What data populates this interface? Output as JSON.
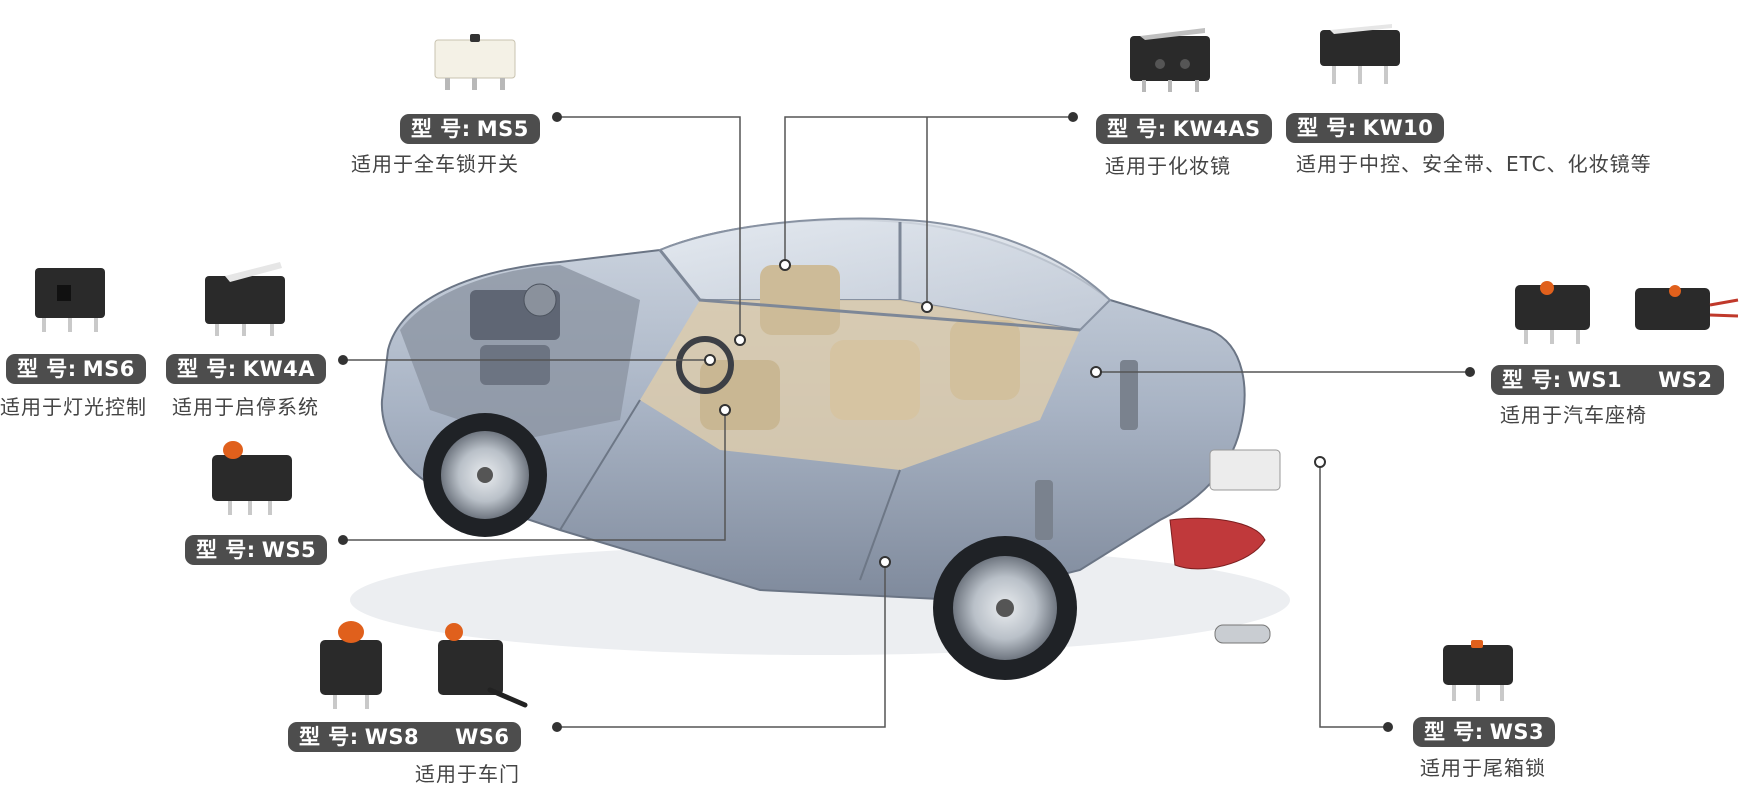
{
  "callouts": [
    {
      "label": "型  号:",
      "models": [
        "MS5"
      ],
      "desc": "适用于全车锁开关"
    },
    {
      "label": "型  号:",
      "models": [
        "KW4AS"
      ],
      "desc": "适用于化妆镜"
    },
    {
      "label": "型  号:",
      "models": [
        "KW10"
      ],
      "desc": "适用于中控、安全带、ETC、化妆镜等"
    },
    {
      "label": "型  号:",
      "models": [
        "MS6"
      ],
      "desc": "适用于灯光控制"
    },
    {
      "label": "型  号:",
      "models": [
        "KW4A"
      ],
      "desc": "适用于启停系统"
    },
    {
      "label": "型  号:",
      "models": [
        "WS1",
        "WS2"
      ],
      "desc": "适用于汽车座椅"
    },
    {
      "label": "型  号:",
      "models": [
        "WS5"
      ],
      "desc": ""
    },
    {
      "label": "型  号:",
      "models": [
        "WS8",
        "WS6"
      ],
      "desc": "适用于车门"
    },
    {
      "label": "型  号:",
      "models": [
        "WS3"
      ],
      "desc": "适用于尾箱锁"
    }
  ],
  "colors": {
    "badge": "#4d4d4d",
    "line": "#555555",
    "car_body": "#a9b3c3",
    "interior": "#d8c7a8",
    "taillight": "#c0393b",
    "switch_black": "#2a2a2a",
    "actuator_orange": "#e0601c"
  }
}
